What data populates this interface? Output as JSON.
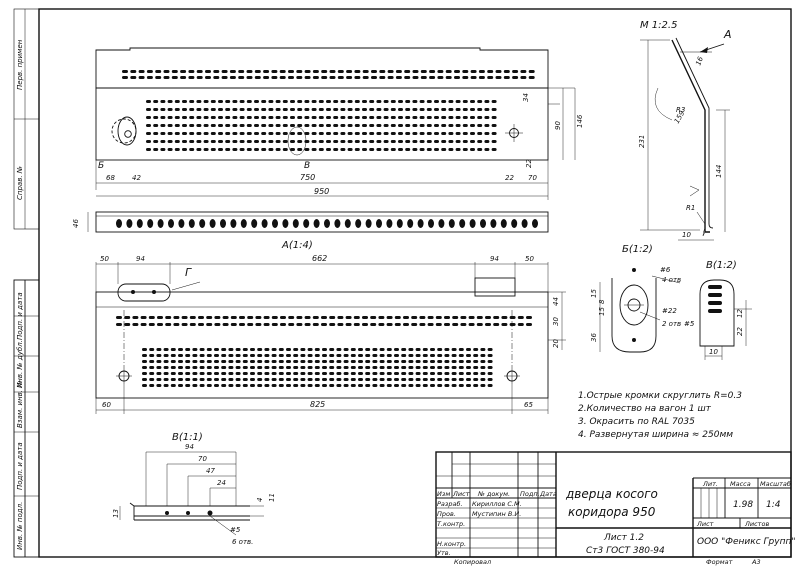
{
  "sheet": {
    "title_top": "М 1:2.5",
    "views": {
      "a_label": "А(1:4)",
      "b_label": "Б(1:2)",
      "v_label": "В(1:2)",
      "v2_label": "В(1:1)",
      "arrow_a": "А",
      "mark_b": "Б",
      "mark_v": "В",
      "mark_g": "Г"
    },
    "notes": [
      "1.Острые кромки скруглить R=0.3",
      "2.Количество на вагон 1 шт",
      "3. Окрасить по RAL 7035",
      "4. Развернутая ширина  ≈ 250мм"
    ],
    "side_labels": [
      "Перв. примен",
      "Справ. №",
      "Подп. и дата",
      "Инв. № дубл.",
      "Взам. инв. №",
      "Подп. и дата",
      "Инв. № подл."
    ],
    "dims_top": {
      "d34": "34",
      "d90": "90",
      "d146": "146",
      "d22": "22",
      "d68": "68",
      "d42": "42",
      "d750": "750",
      "d22b": "22",
      "d70": "70",
      "d950": "950",
      "d46": "46"
    },
    "dims_profile": {
      "d16": "16",
      "r3": "R3",
      "a159": "159",
      "d231": "231",
      "d144": "144",
      "r1": "R1",
      "d10": "10"
    },
    "dims_a": {
      "d50": "50",
      "d94": "94",
      "d662": "662",
      "d94b": "94",
      "d50b": "50",
      "d44": "44",
      "d30": "30",
      "d20": "20",
      "d60": "60",
      "d825": "825",
      "d65": "65"
    },
    "dims_b": {
      "d6": "#6",
      "holes4": "4 отв",
      "d22": "#22",
      "holes2": "2 отв",
      "d5": "#5",
      "d15": "15",
      "d8": "8",
      "d15b": "15",
      "d36": "36"
    },
    "dims_v": {
      "d12": "12",
      "d22": "22",
      "d10": "10"
    },
    "dims_v2": {
      "d94": "94",
      "d70": "70",
      "d47": "47",
      "d24": "24",
      "d4": "4",
      "d11": "11",
      "d13": "13",
      "d5": "#5",
      "holes6": "6 отв."
    }
  },
  "title_block": {
    "name_line1": "дверца косого",
    "name_line2": "коридора 950",
    "material_line1": "Лист 1.2",
    "material_line2": "Ст3 ГОСТ 380-94",
    "company": "ООО \"Феникс Групп\"",
    "col_headers": [
      "Изм",
      "Лист",
      "№ докум.",
      "Подп.",
      "Дата"
    ],
    "rows": [
      {
        "role": "Разраб.",
        "name": "Кириллов С.М."
      },
      {
        "role": "Пров.",
        "name": "Мустипин В.И."
      },
      {
        "role": "Т.контр.",
        "name": ""
      },
      {
        "role": "",
        "name": ""
      },
      {
        "role": "Н.контр.",
        "name": ""
      },
      {
        "role": "Утв.",
        "name": ""
      }
    ],
    "lit_label": "Лит.",
    "mass_label": "Масса",
    "scale_label": "Масштаб",
    "mass_value": "1.98",
    "scale_value": "1:4",
    "sheet_label": "Лист",
    "sheets_label": "Листов",
    "copied": "Копировал",
    "format_label": "Формат",
    "format_value": "А3"
  }
}
